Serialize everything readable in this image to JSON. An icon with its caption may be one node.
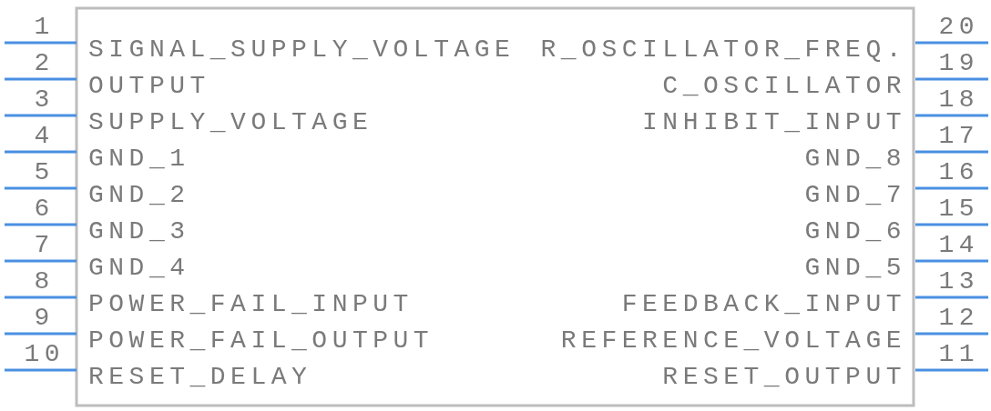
{
  "diagram": {
    "nodes": [
      {
        "text": [
          "SIGNAL_SUPPLY_VOLTAGE",
          "OUTPUT",
          "SUPPLY_VOLTAGE",
          "GND_1",
          "GND_2",
          "GND_3",
          "GND_4",
          "POWER_FAIL_INPUT",
          "POWER_FAIL_OUTPUT",
          "RESET_DELAY",
          "R_OSCILLATOR_FREQ.",
          "C_OSCILLATOR",
          "INHIBIT_INPUT",
          "GND_8",
          "GND_7",
          "GND_6",
          "GND_5",
          "FEEDBACK_INPUT",
          "REFERENCE_VOLTAGE",
          "RESET_OUTPUT"
        ]
      }
    ],
    "labels": [
      "1",
      "2",
      "3",
      "4",
      "5",
      "6",
      "7",
      "8",
      "9",
      "10",
      "20",
      "19",
      "18",
      "17",
      "16",
      "15",
      "14",
      "13",
      "12",
      "11"
    ]
  }
}
